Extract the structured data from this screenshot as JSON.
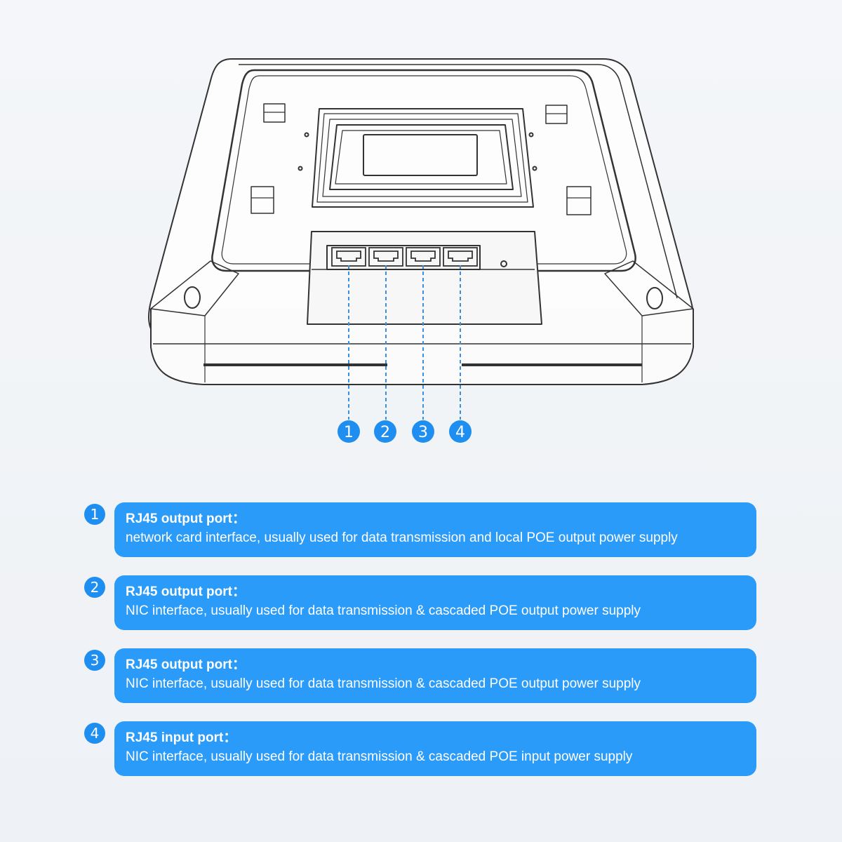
{
  "callouts": [
    "1",
    "2",
    "3",
    "4"
  ],
  "ports": [
    {
      "number": "1",
      "title": "RJ45 output port：",
      "description": "network card interface, usually used for data transmission and local POE output power supply"
    },
    {
      "number": "2",
      "title": "RJ45 output port：",
      "description": "NIC interface, usually used for data transmission & cascaded POE output power supply"
    },
    {
      "number": "3",
      "title": "RJ45 output port：",
      "description": "NIC interface, usually used for data transmission & cascaded POE output power supply"
    },
    {
      "number": "4",
      "title": "RJ45 input port：",
      "description": "NIC interface, usually used for data transmission & cascaded POE input power supply"
    }
  ],
  "colors": {
    "accent": "#2a9bf9",
    "badge": "#1f8ef1",
    "line_art": "#333333",
    "dashed_leader": "#3a8fe0"
  }
}
